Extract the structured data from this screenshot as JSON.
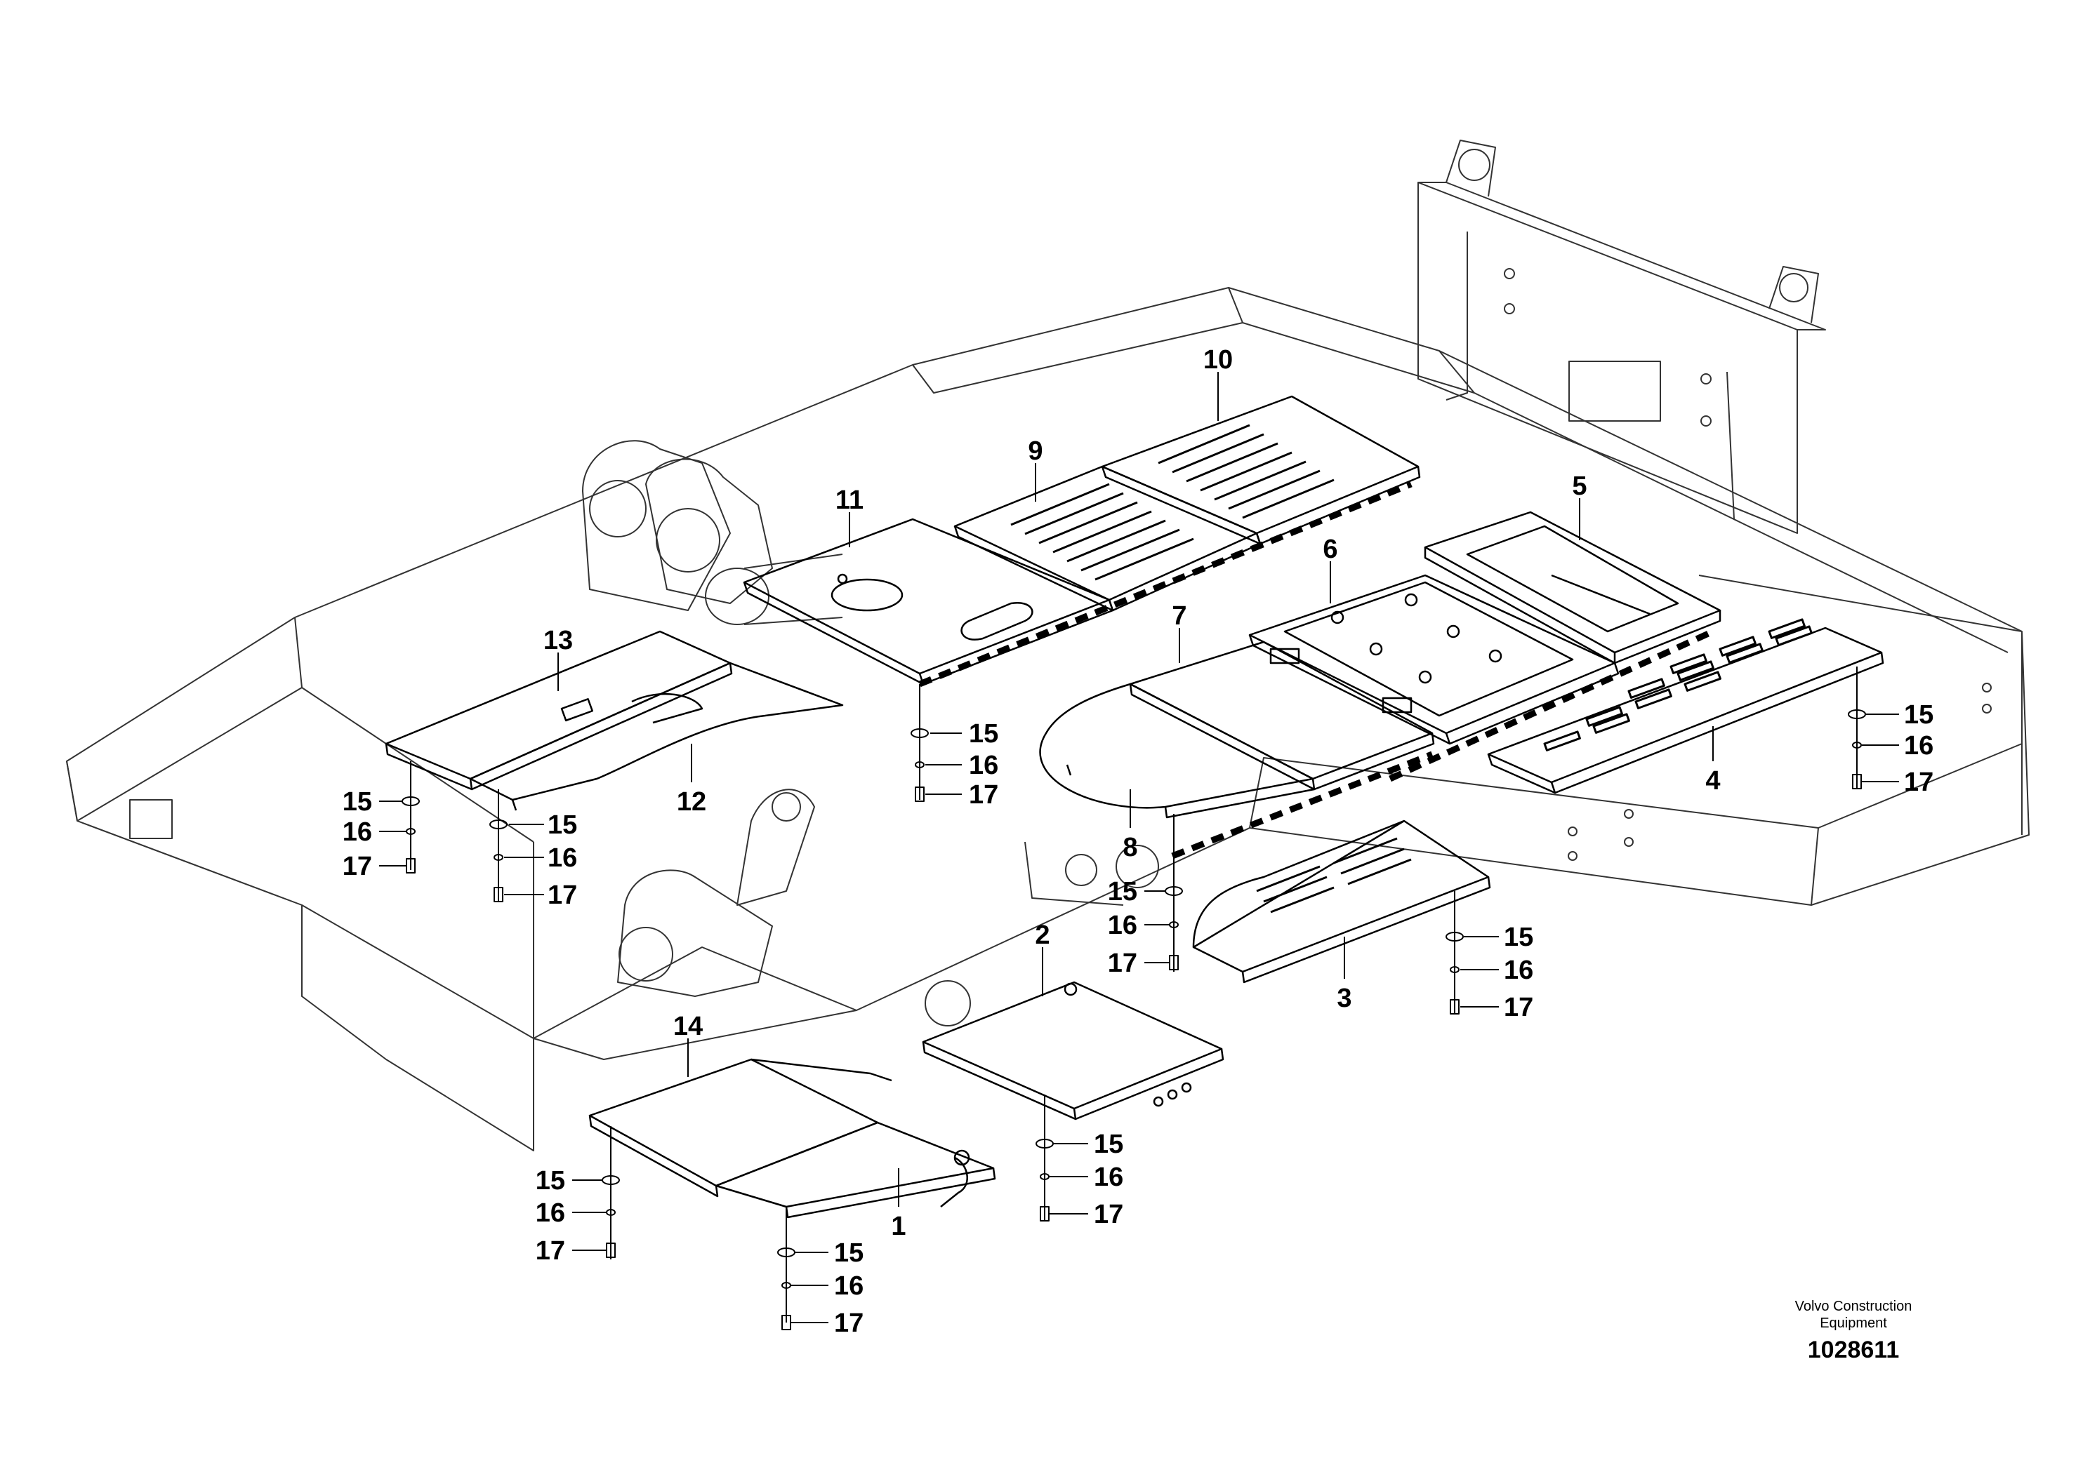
{
  "caption": {
    "brand_line1": "Volvo Construction",
    "brand_line2": "Equipment",
    "document_number": "1028611"
  },
  "labels": {
    "p1": "1",
    "p2": "2",
    "p3": "3",
    "p4": "4",
    "p5": "5",
    "p6": "6",
    "p7": "7",
    "p8": "8",
    "p9": "9",
    "p10": "10",
    "p11": "11",
    "p12": "12",
    "p13": "13",
    "p14": "14",
    "hw15": "15",
    "hw16": "16",
    "hw17": "17"
  }
}
